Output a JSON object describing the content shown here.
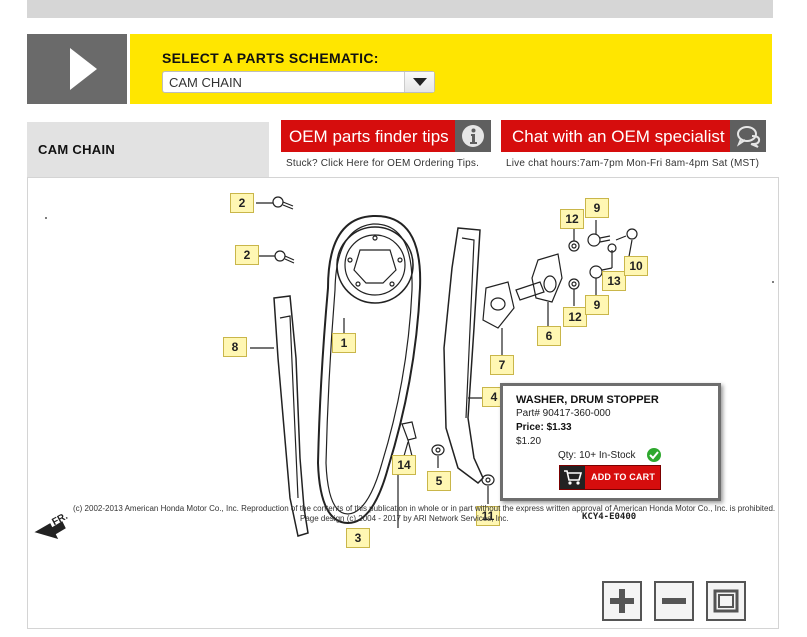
{
  "header": {
    "select_label": "SELECT A PARTS SCHEMATIC:",
    "selected_schematic": "CAM CHAIN"
  },
  "section": {
    "title": "CAM CHAIN"
  },
  "buttons": {
    "finder_tips": "OEM parts finder tips",
    "finder_tips_sub": "Stuck? Click Here for OEM Ordering Tips.",
    "chat": "Chat with an OEM specialist",
    "chat_sub": "Live chat hours:7am-7pm Mon-Fri 8am-4pm Sat (MST)"
  },
  "diagram": {
    "callouts": [
      "2",
      "2",
      "12",
      "9",
      "13",
      "10",
      "12",
      "9",
      "6",
      "7",
      "8",
      "1",
      "4",
      "14",
      "5",
      "11",
      "3"
    ],
    "copyright_line1": "(c) 2002-2013 American Honda Motor Co., Inc. Reproduction of the contents of this publication in whole or in part without the express written approval of American Honda Motor Co., Inc. is prohibited.",
    "copyright_line2": "Page design (c) 2004 - 2017 by ARI Network Services, Inc.",
    "code": "KCY4-E0400",
    "direction_label": "FR."
  },
  "popup": {
    "name": "WASHER, DRUM STOPPER",
    "part": "Part# 90417-360-000",
    "price": "Price: $1.33",
    "sale_price": "$1.20",
    "qty": "Qty: 10+ In-Stock",
    "add_to_cart": "ADD TO CART"
  },
  "icons": {
    "header": "play-arrow-icon",
    "dropdown": "chevron-down-icon",
    "tips": "info-icon",
    "chat": "chat-bubbles-icon",
    "stock": "check-circle-icon",
    "cart": "cart-icon",
    "zoom_in": "plus-icon",
    "zoom_out": "minus-icon",
    "fit": "fit-screen-icon"
  },
  "colors": {
    "brand_yellow": "#ffe600",
    "accent_red": "#d60d0d",
    "dark_gray": "#6a6a6a",
    "in_stock_green": "#2ea82e"
  }
}
